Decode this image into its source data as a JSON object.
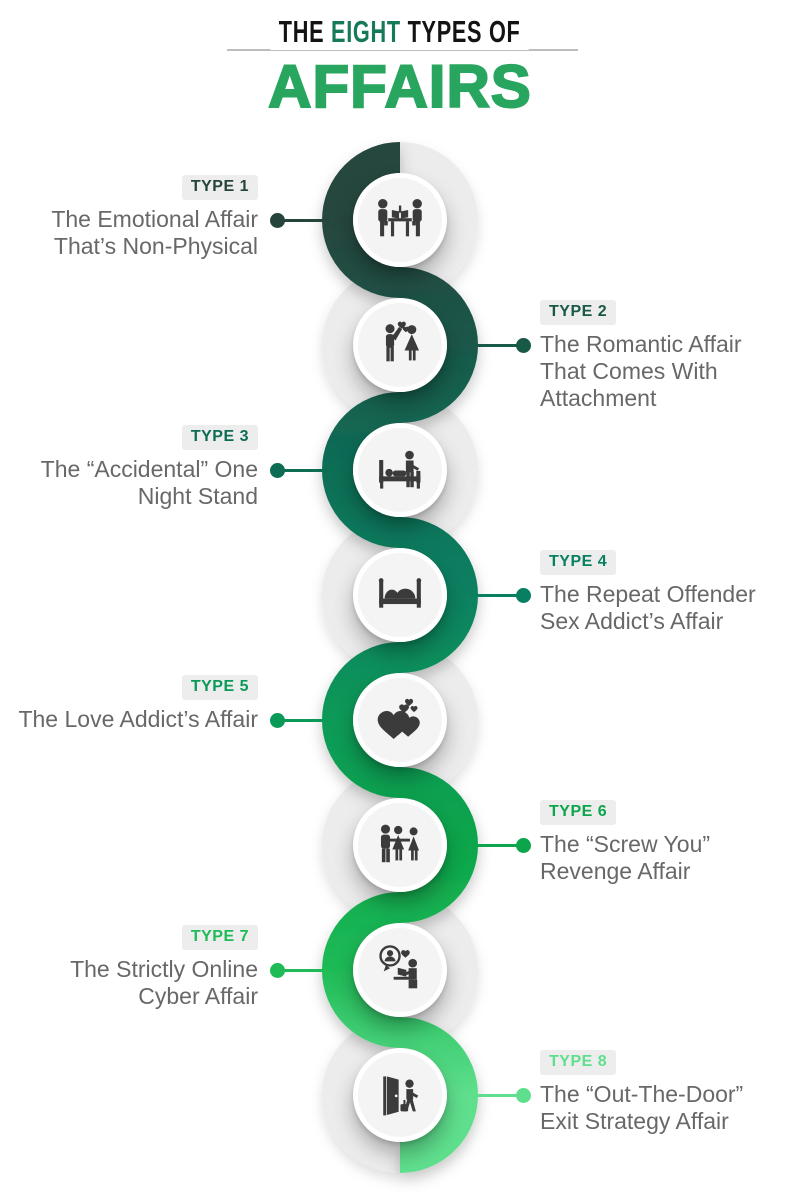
{
  "header": {
    "title_prefix": "THE",
    "title_highlight": "EIGHT",
    "title_suffix": "TYPES OF",
    "title_line2": "AFFAIRS",
    "colors": {
      "title": "#131313",
      "highlight": "#15795a",
      "affairs": "#28a55e",
      "rule": "#bdbdbd"
    }
  },
  "snake": {
    "track_color": "#ececec",
    "gradient": [
      "#27463e",
      "#1a584a",
      "#0e6e56",
      "#078061",
      "#0a9a57",
      "#0ca54b",
      "#1fbb57",
      "#5fdf8d"
    ]
  },
  "types": [
    {
      "badge": "TYPE 1",
      "side": "left",
      "color": "#24443c",
      "icon": "dinner-meeting-icon",
      "lines": [
        "The Emotional Affair",
        "That’s Non-Physical"
      ]
    },
    {
      "badge": "TYPE 2",
      "side": "right",
      "color": "#175847",
      "icon": "couple-hearts-icon",
      "lines": [
        "The Romantic Affair",
        "That Comes With",
        "Attachment"
      ]
    },
    {
      "badge": "TYPE 3",
      "side": "left",
      "color": "#0d6c54",
      "icon": "one-night-stand-icon",
      "lines": [
        "The “Accidental” One",
        "Night Stand"
      ]
    },
    {
      "badge": "TYPE 4",
      "side": "right",
      "color": "#078061",
      "icon": "bed-icon",
      "lines": [
        "The Repeat Offender",
        "Sex Addict’s Affair"
      ]
    },
    {
      "badge": "TYPE 5",
      "side": "left",
      "color": "#0a9a57",
      "icon": "hearts-icon",
      "lines": [
        "The Love Addict’s Affair"
      ]
    },
    {
      "badge": "TYPE 6",
      "side": "right",
      "color": "#0ca54b",
      "icon": "revenge-trio-icon",
      "lines": [
        "The “Screw You”",
        "Revenge Affair"
      ]
    },
    {
      "badge": "TYPE 7",
      "side": "left",
      "color": "#1fbb57",
      "icon": "cyber-laptop-icon",
      "lines": [
        "The Strictly Online",
        "Cyber Affair"
      ]
    },
    {
      "badge": "TYPE 8",
      "side": "right",
      "color": "#5fdf8d",
      "icon": "exit-door-icon",
      "lines": [
        "The “Out-The-Door”",
        "Exit Strategy Affair"
      ]
    }
  ]
}
